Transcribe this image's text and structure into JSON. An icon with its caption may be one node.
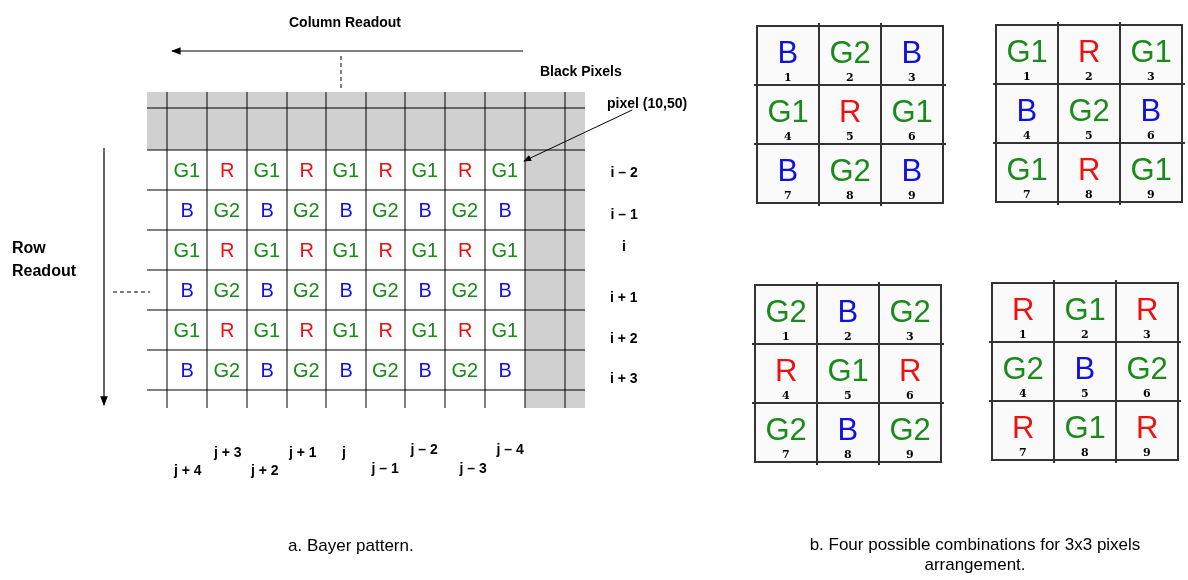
{
  "diagram": {
    "nodes": [
      {
        "text": [
          "pixel (10,50)"
        ]
      },
      {
        "text": [
          "G1"
        ]
      }
    ],
    "edges": [
      {
        "from": 0,
        "to": 1,
        "arrow": "to"
      }
    ],
    "labels": [
      "Column Readout",
      "Black Pixels",
      "Row Readout",
      "G1",
      "R",
      "G1",
      "R",
      "G1",
      "R",
      "G1",
      "R",
      "i – 2",
      "B",
      "G2",
      "B",
      "G2",
      "B",
      "G2",
      "B",
      "G2",
      "B",
      "i – 1",
      "G1",
      "R",
      "G1",
      "R",
      "G1",
      "R",
      "G1",
      "R",
      "G1",
      "i",
      "B",
      "G2",
      "B",
      "G2",
      "B",
      "G2",
      "B",
      "G2",
      "B",
      "i + 1",
      "G1",
      "R",
      "G1",
      "R",
      "G1",
      "R",
      "G1",
      "R",
      "G1",
      "i + 2",
      "B",
      "G2",
      "B",
      "G2",
      "B",
      "G2",
      "B",
      "G2",
      "B",
      "i + 3",
      "j + 3",
      "j + 1",
      "j",
      "j – 2",
      "j – 4",
      "j + 4",
      "j + 2",
      "j – 1",
      "j – 3",
      "B",
      "1",
      "G2",
      "2",
      "B",
      "3",
      "G1",
      "4",
      "R",
      "5",
      "G1",
      "6",
      "B",
      "7",
      "G2",
      "8",
      "B",
      "9",
      "G1",
      "1",
      "R",
      "2",
      "G1",
      "3",
      "B",
      "4",
      "G2",
      "5",
      "B",
      "6",
      "G1",
      "7",
      "R",
      "8",
      "G1",
      "9",
      "G2",
      "1",
      "B",
      "2",
      "G2",
      "3",
      "R",
      "4",
      "G1",
      "5",
      "R",
      "6",
      "G2",
      "7",
      "B",
      "8",
      "G2",
      "9",
      "R",
      "1",
      "G1",
      "2",
      "R",
      "3",
      "G2",
      "4",
      "B",
      "5",
      "G2",
      "6",
      "R",
      "7",
      "G1",
      "8",
      "R",
      "9",
      "a. Bayer pattern.",
      "b. Four possible combinations for 3x3 pixels arrangement."
    ]
  }
}
